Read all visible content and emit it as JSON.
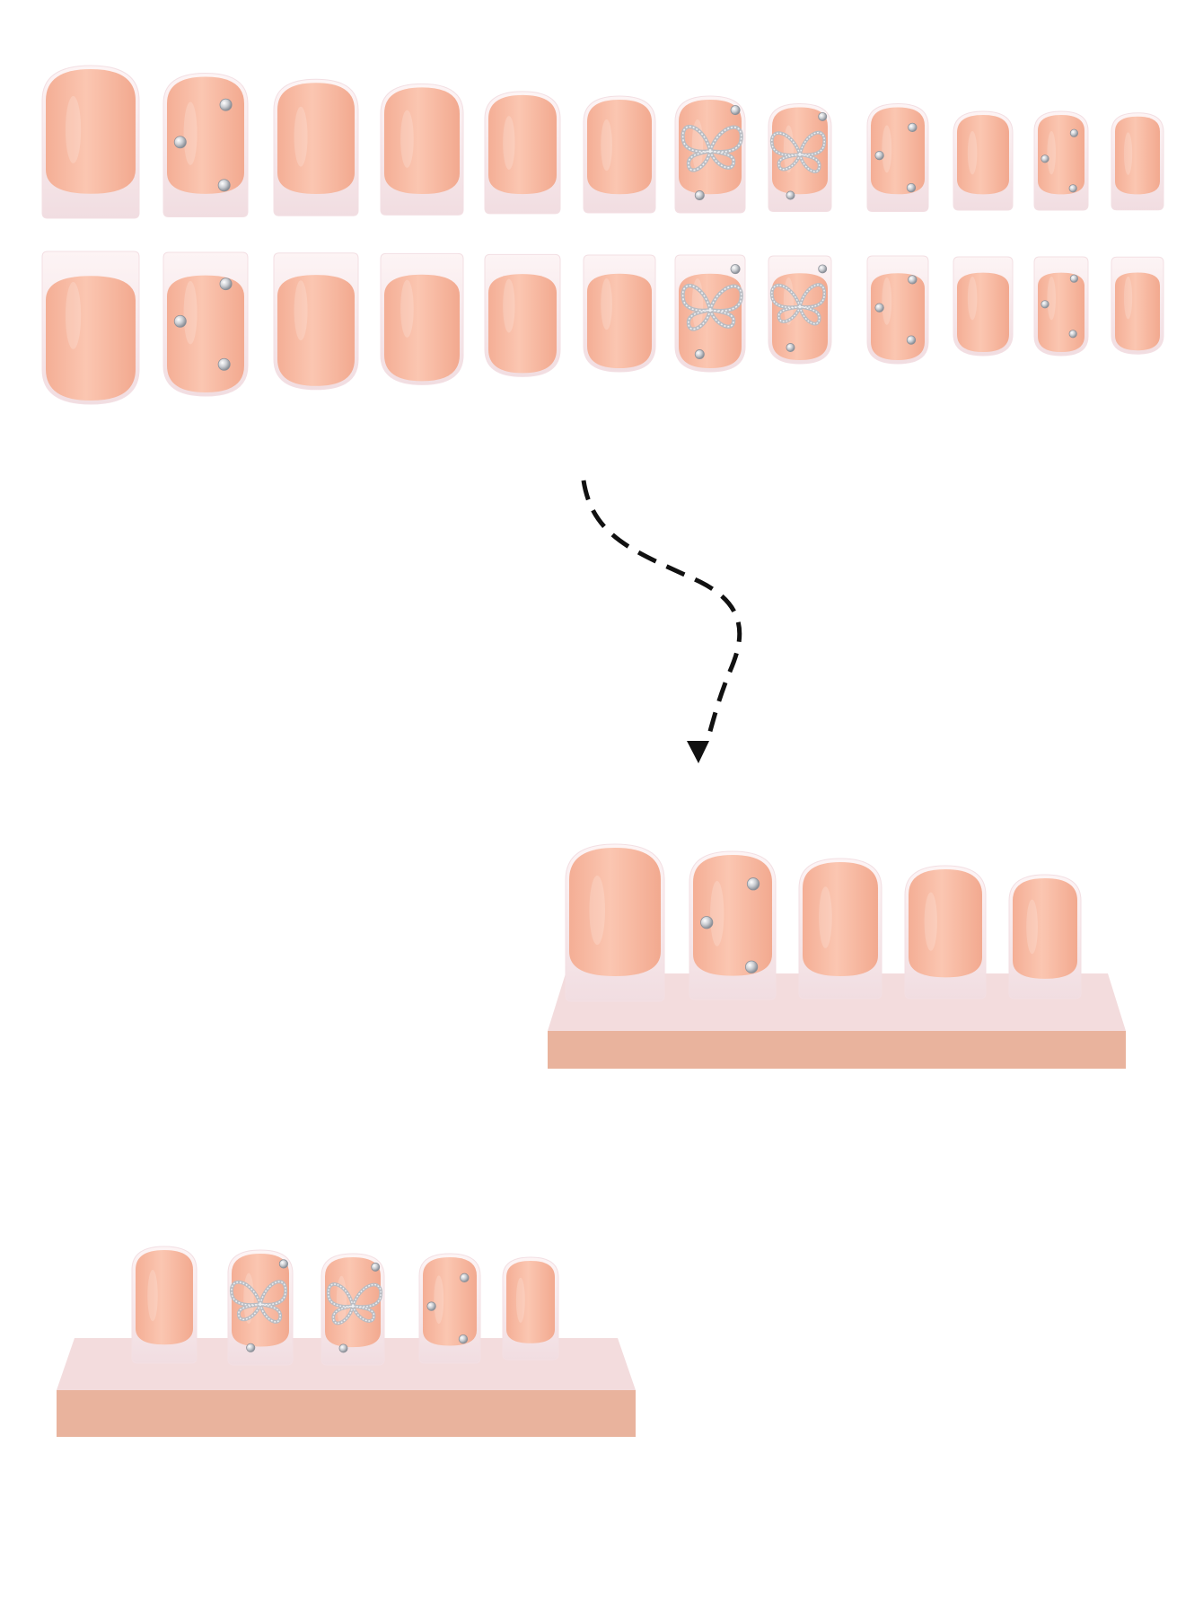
{
  "colors": {
    "nail_base": "#f7b9a2",
    "nail_base_light": "#fbcbb7",
    "french_tip": "#fbeef0",
    "french_edge": "#f3dfe3",
    "rhinestone": "#c9ccd1",
    "rhinestone_highlight": "#ffffff",
    "butterfly_outline": "#b9bcc2",
    "stand_top": "#f3dcdd",
    "stand_front": "#e9b39d",
    "arrow": "#111111",
    "background": "#ffffff"
  },
  "nail_set": {
    "top_row": [
      {
        "design": "plain"
      },
      {
        "design": "three-stones"
      },
      {
        "design": "plain"
      },
      {
        "design": "plain"
      },
      {
        "design": "plain"
      },
      {
        "design": "plain"
      },
      {
        "design": "butterfly"
      },
      {
        "design": "butterfly"
      },
      {
        "design": "three-stones"
      },
      {
        "design": "plain"
      },
      {
        "design": "three-stones"
      },
      {
        "design": "plain"
      }
    ],
    "bottom_row": [
      {
        "design": "plain"
      },
      {
        "design": "three-stones"
      },
      {
        "design": "plain"
      },
      {
        "design": "plain"
      },
      {
        "design": "plain"
      },
      {
        "design": "plain"
      },
      {
        "design": "butterfly"
      },
      {
        "design": "butterfly"
      },
      {
        "design": "three-stones"
      },
      {
        "design": "plain"
      },
      {
        "design": "three-stones"
      },
      {
        "design": "plain"
      }
    ]
  },
  "display_right": {
    "nails": [
      {
        "design": "plain"
      },
      {
        "design": "three-stones"
      },
      {
        "design": "plain"
      },
      {
        "design": "plain"
      },
      {
        "design": "plain"
      }
    ]
  },
  "display_left": {
    "nails": [
      {
        "design": "plain"
      },
      {
        "design": "butterfly"
      },
      {
        "design": "butterfly"
      },
      {
        "design": "three-stones"
      },
      {
        "design": "plain"
      }
    ]
  },
  "arrow": {
    "style": "dashed",
    "icon": "dashed-curved-arrow-icon"
  }
}
